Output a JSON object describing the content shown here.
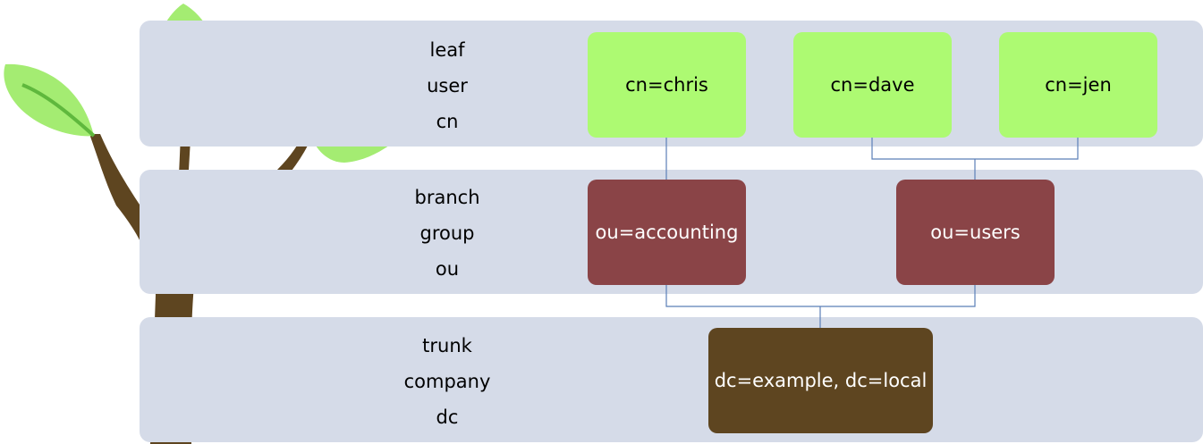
{
  "bands": {
    "leaf": {
      "labels": [
        "leaf",
        "user",
        "cn"
      ]
    },
    "branch": {
      "labels": [
        "branch",
        "group",
        "ou"
      ]
    },
    "trunk": {
      "labels": [
        "trunk",
        "company",
        "dc"
      ]
    }
  },
  "nodes": {
    "chris": "cn=chris",
    "dave": "cn=dave",
    "jen": "cn=jen",
    "accounting": "ou=accounting",
    "users": "ou=users",
    "root": "dc=example, dc=local"
  },
  "colors": {
    "band_bg": "#d5dbe8",
    "leaf_node": "#adfa72",
    "branch_node": "#8a4447",
    "trunk_node": "#5e4520",
    "tree_trunk": "#5e4520",
    "tree_leaf": "#a4ec72",
    "tree_leaf_vein": "#5fb83d",
    "connector": "#5b7fb8"
  },
  "edges": [
    [
      "accounting",
      "chris"
    ],
    [
      "users",
      "dave"
    ],
    [
      "users",
      "jen"
    ],
    [
      "root",
      "accounting"
    ],
    [
      "root",
      "users"
    ]
  ]
}
